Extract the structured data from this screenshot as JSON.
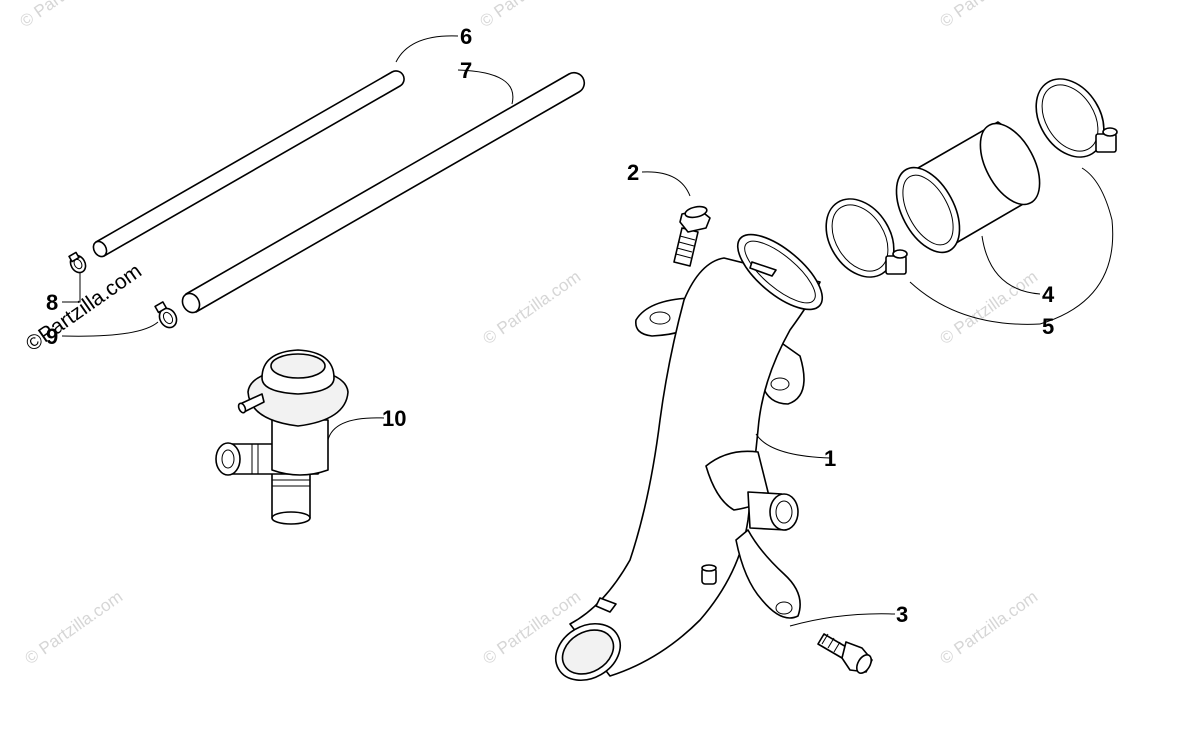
{
  "watermark": {
    "main_text": "©Partzilla.com",
    "repeat_text": "© Partzilla.com"
  },
  "callouts": [
    {
      "id": "1",
      "label": "1"
    },
    {
      "id": "2",
      "label": "2"
    },
    {
      "id": "3",
      "label": "3"
    },
    {
      "id": "4",
      "label": "4"
    },
    {
      "id": "5",
      "label": "5"
    },
    {
      "id": "6",
      "label": "6"
    },
    {
      "id": "7",
      "label": "7"
    },
    {
      "id": "8",
      "label": "8"
    },
    {
      "id": "9",
      "label": "9"
    },
    {
      "id": "10",
      "label": "10"
    }
  ]
}
